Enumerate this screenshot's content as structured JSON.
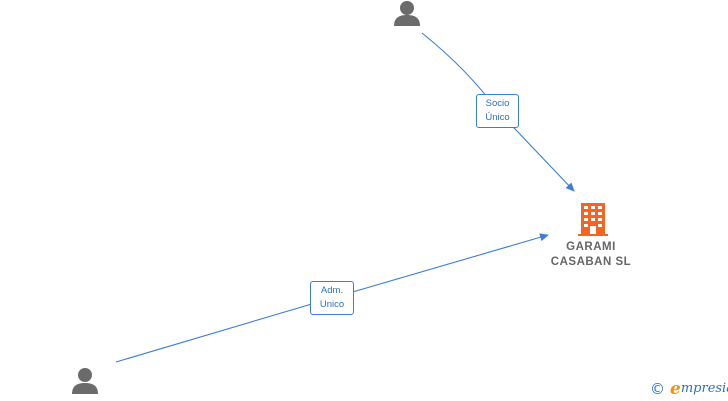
{
  "nodes": {
    "person_top": {
      "icon": "person-icon",
      "color": "#6b6b6b"
    },
    "person_bottom": {
      "icon": "person-icon",
      "color": "#6b6b6b"
    },
    "company": {
      "icon": "building-icon",
      "color": "#f26522",
      "name_line1": "GARAMI",
      "name_line2": "CASABAN  SL"
    }
  },
  "edges": {
    "socio_unico": {
      "line1": "Socio",
      "line2": "Único",
      "color": "#3a7fd5"
    },
    "adm_unico": {
      "line1": "Adm.",
      "line2": "Unico",
      "color": "#3a7fd5"
    }
  },
  "brand": {
    "copyright": "©",
    "logo_first": "e",
    "logo_rest": "mpresia"
  }
}
